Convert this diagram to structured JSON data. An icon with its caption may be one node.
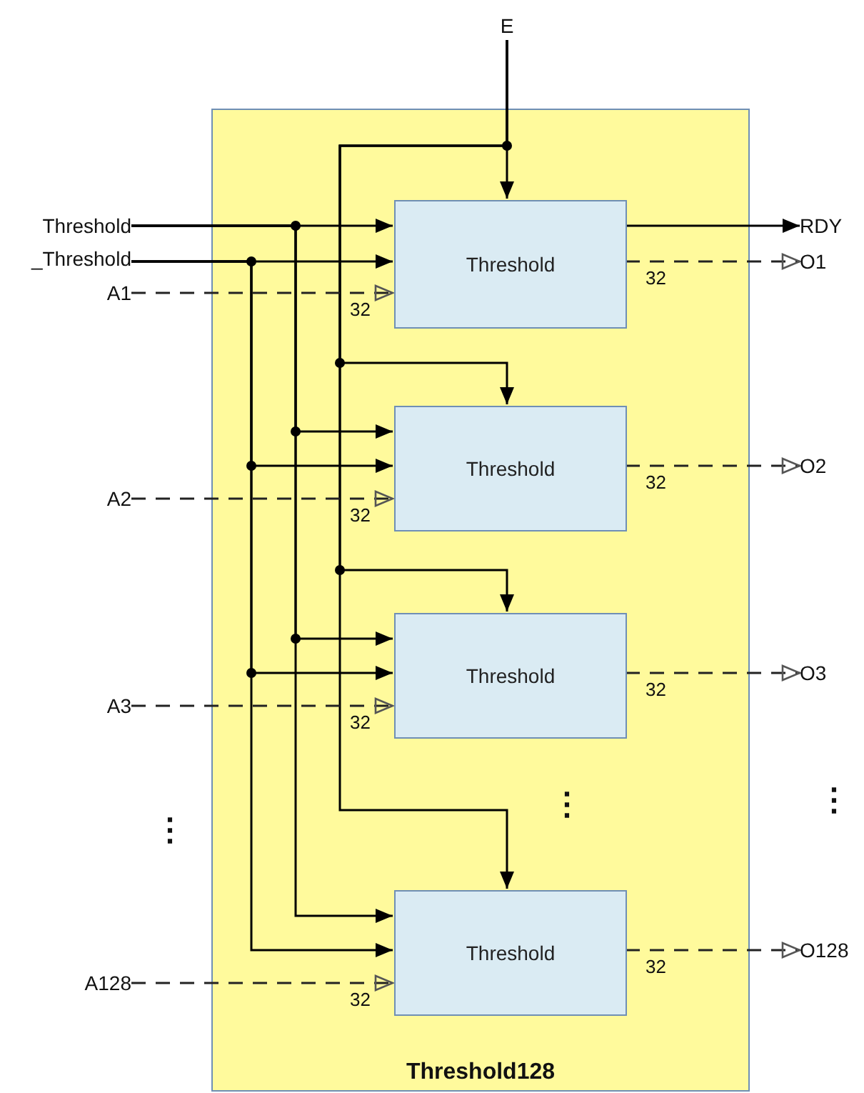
{
  "diagram": {
    "nodes": [
      {
        "text": [
          "Threshold128"
        ]
      },
      {
        "text": [
          "Threshold"
        ],
        "in": 0
      },
      {
        "text": [
          "Threshold"
        ],
        "in": 0
      },
      {
        "text": [
          "Threshold"
        ],
        "in": 0
      },
      {
        "text": [
          "Threshold"
        ],
        "in": 0
      },
      {
        "text": [
          "E"
        ]
      },
      {
        "text": [
          "Threshold"
        ]
      },
      {
        "text": [
          "_Threshold"
        ]
      },
      {
        "text": [
          "A1"
        ]
      },
      {
        "text": [
          "A2"
        ]
      },
      {
        "text": [
          "A3"
        ]
      },
      {
        "text": [
          "A128"
        ]
      },
      {
        "text": [
          "RDY"
        ]
      },
      {
        "text": [
          "O1"
        ]
      },
      {
        "text": [
          "O2"
        ]
      },
      {
        "text": [
          "O3"
        ]
      },
      {
        "text": [
          "O128"
        ]
      }
    ],
    "edges": [
      {
        "from": 5,
        "to": 1,
        "arrow": "to"
      },
      {
        "from": 5,
        "to": 2,
        "arrow": "to"
      },
      {
        "from": 5,
        "to": 3,
        "arrow": "to"
      },
      {
        "from": 5,
        "to": 4,
        "arrow": "to"
      },
      {
        "from": 6,
        "to": 1,
        "arrow": "to"
      },
      {
        "from": 6,
        "to": 2,
        "arrow": "to"
      },
      {
        "from": 6,
        "to": 3,
        "arrow": "to"
      },
      {
        "from": 6,
        "to": 4,
        "arrow": "to"
      },
      {
        "from": 7,
        "to": 1,
        "arrow": "to"
      },
      {
        "from": 7,
        "to": 2,
        "arrow": "to"
      },
      {
        "from": 7,
        "to": 3,
        "arrow": "to"
      },
      {
        "from": 7,
        "to": 4,
        "arrow": "to"
      },
      {
        "from": 8,
        "to": 1,
        "arrow": "to",
        "style": "dashed",
        "label": "32"
      },
      {
        "from": 9,
        "to": 2,
        "arrow": "to",
        "style": "dashed",
        "label": "32"
      },
      {
        "from": 10,
        "to": 3,
        "arrow": "to",
        "style": "dashed",
        "label": "32"
      },
      {
        "from": 11,
        "to": 4,
        "arrow": "to",
        "style": "dashed",
        "label": "32"
      },
      {
        "from": 1,
        "to": 12,
        "arrow": "to"
      },
      {
        "from": 1,
        "to": 13,
        "arrow": "to",
        "style": "dashed",
        "label": "32"
      },
      {
        "from": 2,
        "to": 14,
        "arrow": "to",
        "style": "dashed",
        "label": "32"
      },
      {
        "from": 3,
        "to": 15,
        "arrow": "to",
        "style": "dashed",
        "label": "32"
      },
      {
        "from": 4,
        "to": 16,
        "arrow": "to",
        "style": "dashed",
        "label": "32"
      }
    ],
    "labels": [
      "⋮",
      "⋮",
      "⋮"
    ]
  }
}
